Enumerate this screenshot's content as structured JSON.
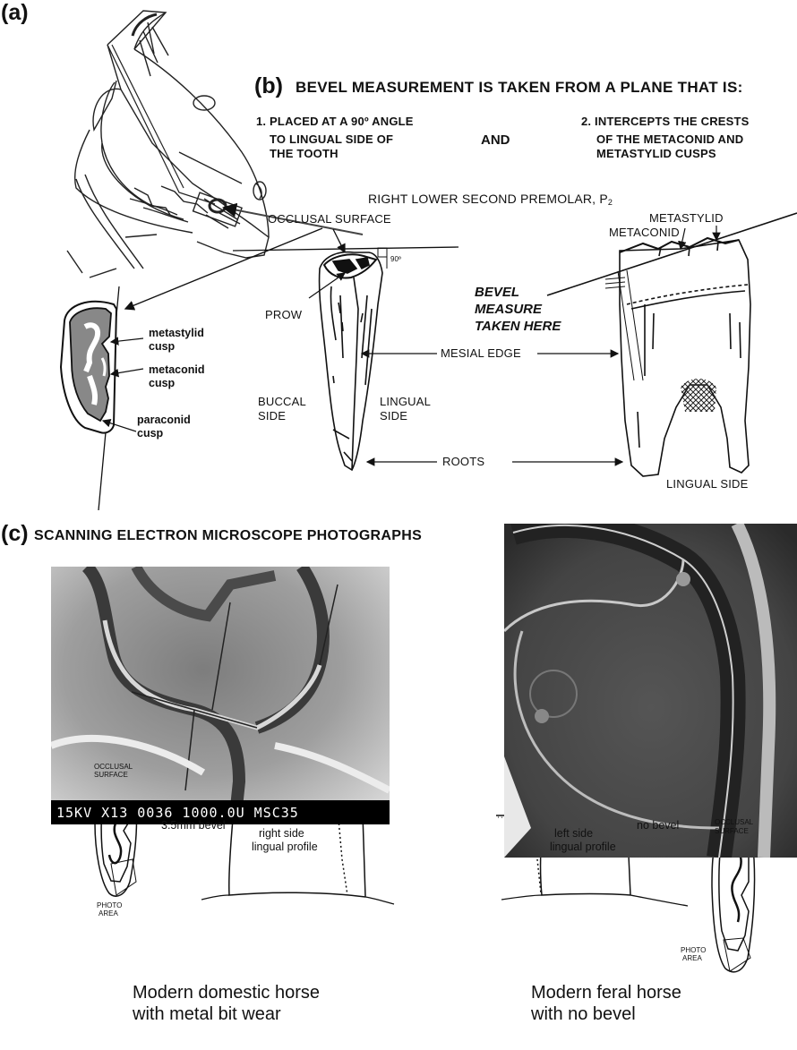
{
  "panels": {
    "a": "(a)",
    "b": "(b)",
    "c": "(c)"
  },
  "header_b": "BEVEL MEASUREMENT IS TAKEN FROM A PLANE THAT IS:",
  "criteria": {
    "one_line1": "1. PLACED AT A 90º ANGLE",
    "one_line2": "TO LINGUAL SIDE OF",
    "one_line3": "THE TOOTH",
    "and": "AND",
    "two_line1": "2. INTERCEPTS THE CRESTS",
    "two_line2": "OF THE METACONID AND",
    "two_line3": "METASTYLID CUSPS"
  },
  "tooth_label": {
    "text": "RIGHT LOWER SECOND PREMOLAR, P",
    "sub": "2"
  },
  "labels": {
    "occlusal_surface": "OCCLUSAL SURFACE",
    "ninety": "90º",
    "prow": "PROW",
    "metastylid": "METASTYLID",
    "metaconid": "METACONID",
    "bevel_note1": "BEVEL",
    "bevel_note2": "MEASURE",
    "bevel_note3": "TAKEN HERE",
    "mesial_edge": "MESIAL EDGE",
    "buccal1": "BUCCAL",
    "buccal2": "SIDE",
    "lingual1": "LINGUAL",
    "lingual2": "SIDE",
    "roots": "ROOTS",
    "lingual_side": "LINGUAL SIDE",
    "metastylid_cusp1": "metastylid",
    "metastylid_cusp2": "cusp",
    "metaconid_cusp1": "metaconid",
    "metaconid_cusp2": "cusp",
    "paraconid_cusp1": "paraconid",
    "paraconid_cusp2": "cusp"
  },
  "header_c": "SCANNING ELECTRON MICROSCOPE PHOTOGRAPHS",
  "sem_left_bar": "15KV X13    0036 1000.0U MSC35",
  "profiles": {
    "left": {
      "occlusal1": "OCCLUSAL",
      "occlusal2": "SURFACE",
      "photo1": "PHOTO",
      "photo2": "AREA",
      "bevel": "3.5mm bevel",
      "profile1": "right side",
      "profile2": "lingual profile",
      "caption1": "Modern domestic horse",
      "caption2": "with metal bit wear"
    },
    "right": {
      "occlusal1": "OCCLUSAL",
      "occlusal2": "SURFACE",
      "photo1": "PHOTO",
      "photo2": "AREA",
      "bevel": "no bevel",
      "profile1": "left side",
      "profile2": "lingual profile",
      "caption1": "Modern feral horse",
      "caption2": "with no bevel"
    }
  },
  "icons": [
    "horse-head-sketch",
    "tooth-cross-section",
    "tooth-side-view",
    "tooth-lingual-view",
    "sem-photo",
    "tooth-outline"
  ]
}
